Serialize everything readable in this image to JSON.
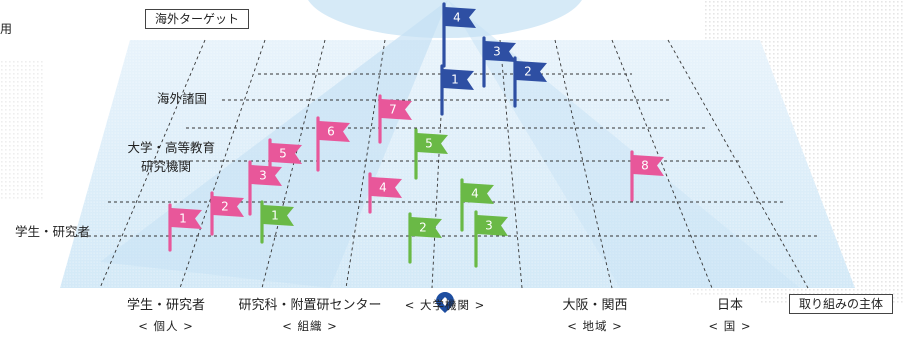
{
  "top_box": "海外ターゲット",
  "corner_text": "用",
  "side_labels": {
    "overseas": "海外諸国",
    "university_line1": "大学・高等教育",
    "university_line2": "研究機関",
    "student": "学生・研究者"
  },
  "axis_labels": [
    {
      "main": "学生・研究者",
      "sub": "< 個人 >"
    },
    {
      "main": "研究科・附置研センター",
      "sub": "< 組織 >"
    },
    {
      "main": "",
      "sub": "< 大学機関 >"
    },
    {
      "main": "大阪・関西",
      "sub": "< 地域 >"
    },
    {
      "main": "日本",
      "sub": "< 国 >"
    }
  ],
  "subject_box": "取り組みの主体",
  "colors": {
    "pink": "#e8579a",
    "green": "#6ab946",
    "navy": "#2e4fa3",
    "plane_light": "#dcedf8",
    "plane_mid": "#bfdff3",
    "logo_blue": "#1e4ea0"
  },
  "flags": [
    {
      "color": "pink",
      "number": "1"
    },
    {
      "color": "pink",
      "number": "2"
    },
    {
      "color": "pink",
      "number": "3"
    },
    {
      "color": "pink",
      "number": "4"
    },
    {
      "color": "pink",
      "number": "5"
    },
    {
      "color": "pink",
      "number": "6"
    },
    {
      "color": "pink",
      "number": "7"
    },
    {
      "color": "pink",
      "number": "8"
    },
    {
      "color": "green",
      "number": "1"
    },
    {
      "color": "green",
      "number": "2"
    },
    {
      "color": "green",
      "number": "3"
    },
    {
      "color": "green",
      "number": "4"
    },
    {
      "color": "green",
      "number": "5"
    },
    {
      "color": "navy",
      "number": "1"
    },
    {
      "color": "navy",
      "number": "2"
    },
    {
      "color": "navy",
      "number": "3"
    },
    {
      "color": "navy",
      "number": "4"
    }
  ]
}
